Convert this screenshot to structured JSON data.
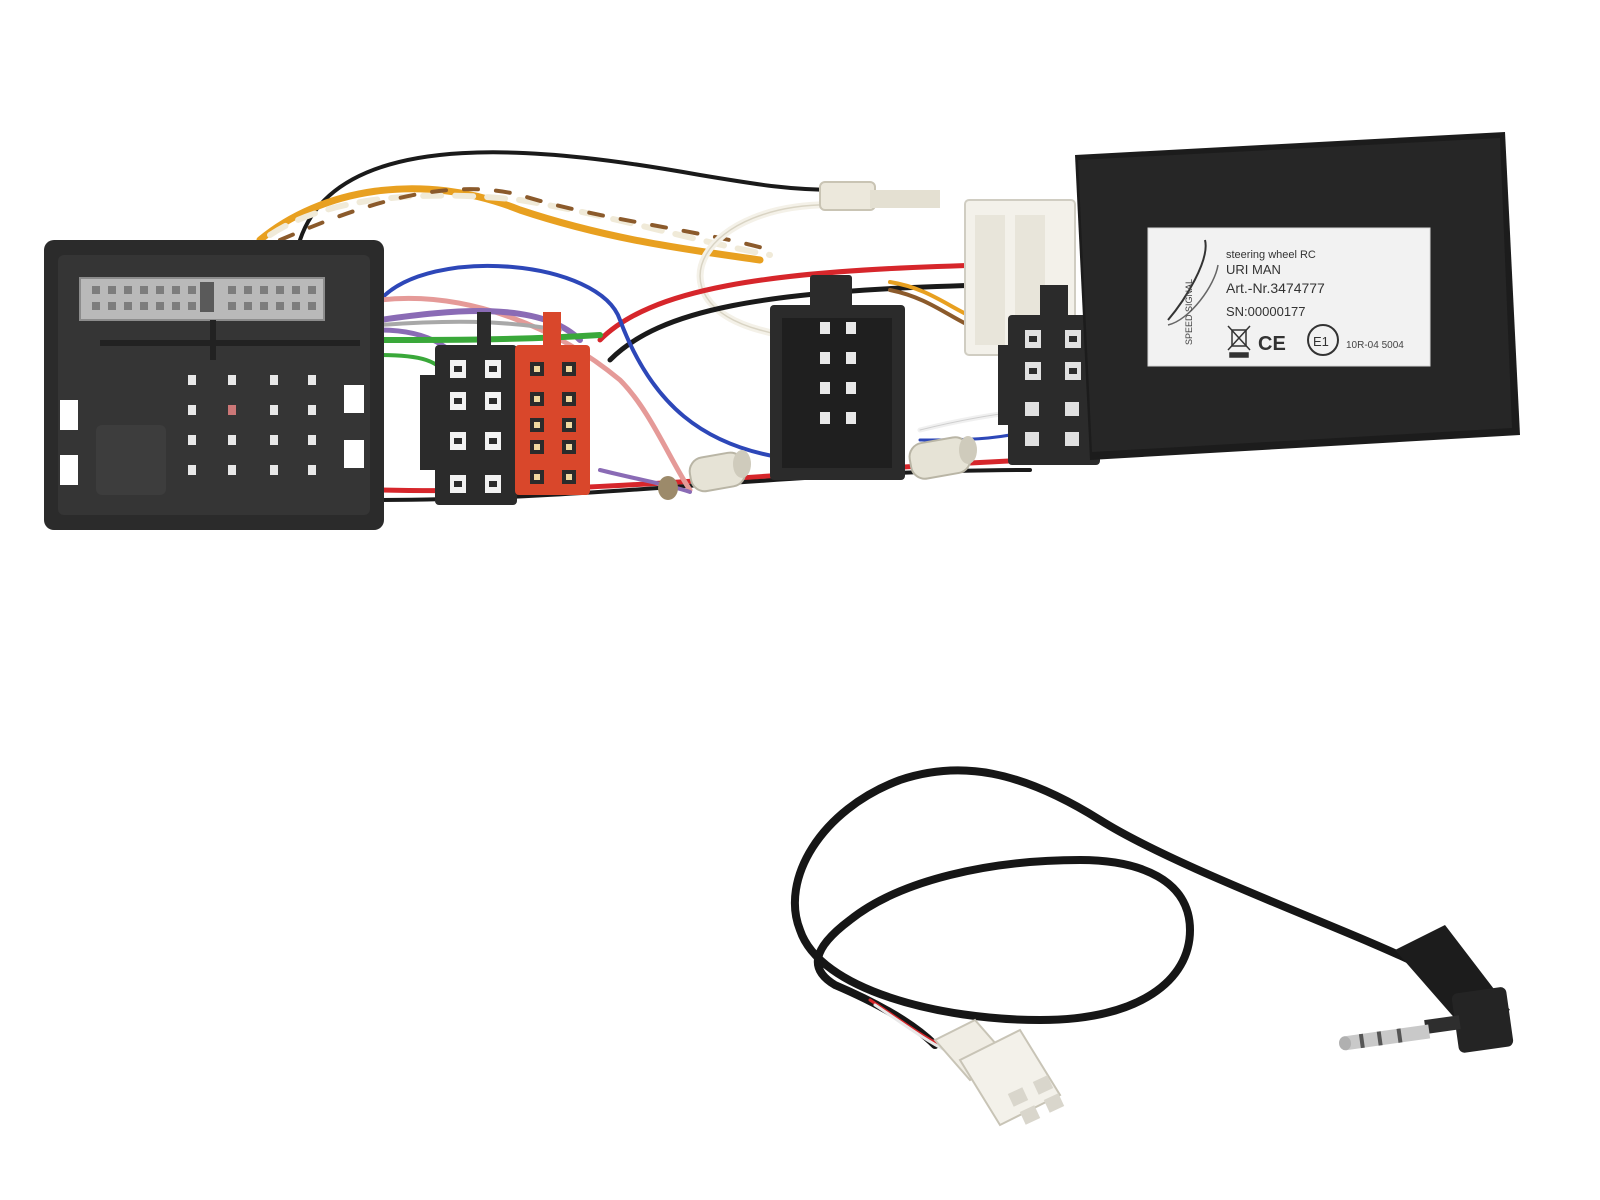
{
  "product_label": {
    "line1": "steering wheel RC",
    "line2": "URI MAN",
    "line3": "Art.-Nr.3474777",
    "line4": "SN:00000177",
    "ce_mark": "CE",
    "e_mark": "E1",
    "approval": "10R-04 5004",
    "brand_logo_text": "SPEED SIGNAL"
  },
  "colors": {
    "connector_black": "#2b2b2b",
    "connector_red": "#d9472b",
    "module_black": "#232323",
    "label_bg": "#f2f2f2",
    "wire_red": "#d6262b",
    "wire_blue": "#2d47b8",
    "wire_green": "#3aa83a",
    "wire_purple": "#8a6bb5",
    "wire_pink": "#e59a98",
    "wire_orange": "#e8a020",
    "wire_white": "#f4f1e8",
    "wire_black": "#1a1a1a",
    "wire_brown": "#8b5a2b"
  }
}
